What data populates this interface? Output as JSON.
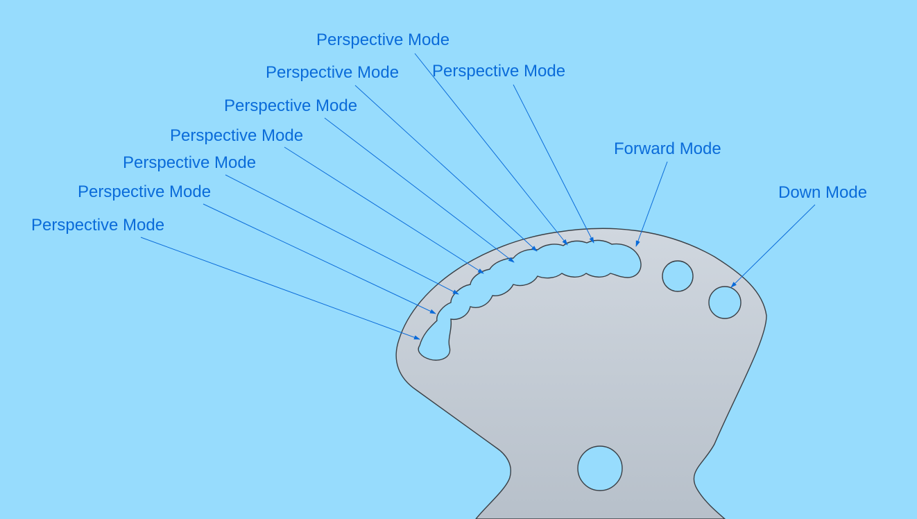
{
  "colors": {
    "background": "#97dcfd",
    "callout": "#0a6bd9",
    "part_fill_top": "#cfd6de",
    "part_fill_bottom": "#b8c1cb",
    "part_outline": "#3a3f45"
  },
  "callouts": [
    {
      "label": "Perspective Mode"
    },
    {
      "label": "Perspective Mode"
    },
    {
      "label": "Perspective Mode"
    },
    {
      "label": "Perspective Mode"
    },
    {
      "label": "Perspective Mode"
    },
    {
      "label": "Perspective Mode"
    },
    {
      "label": "Perspective Mode"
    },
    {
      "label": "Perspective Mode"
    },
    {
      "label": "Forward Mode"
    },
    {
      "label": "Down Mode"
    }
  ]
}
